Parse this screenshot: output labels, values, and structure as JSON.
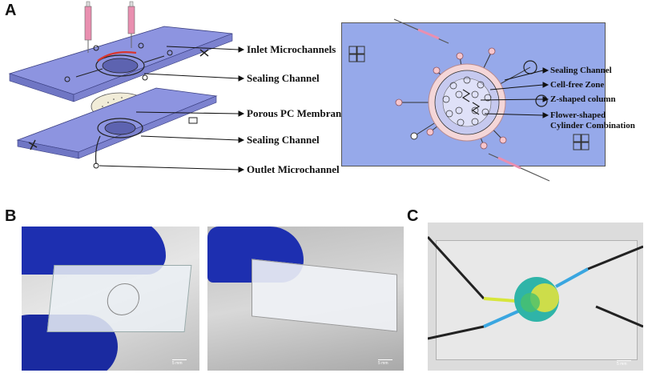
{
  "panels": {
    "a": "A",
    "b": "B",
    "c": "C"
  },
  "exploded_view": {
    "labels": [
      "Inlet Microchannels",
      "Sealing Channel",
      "Porous PC Membrane",
      "Sealing Channel",
      "Outlet Microchannel"
    ]
  },
  "top_view": {
    "labels": [
      "Sealing Channel",
      "Cell-free Zone",
      "Z-shaped column",
      "Flower-shaped",
      "Cylinder Combination"
    ]
  },
  "photos": {
    "scale_b1": "5 mm",
    "scale_b2": "5 mm",
    "scale_c": "5 mm"
  },
  "colors": {
    "chip_blue": "#8d94e0",
    "chip_blue_top": "#a9aeef",
    "top_view_bg": "#96a9ea",
    "glove_blue": "#1d2fb0",
    "syringe_pink": "#e98fb0"
  }
}
